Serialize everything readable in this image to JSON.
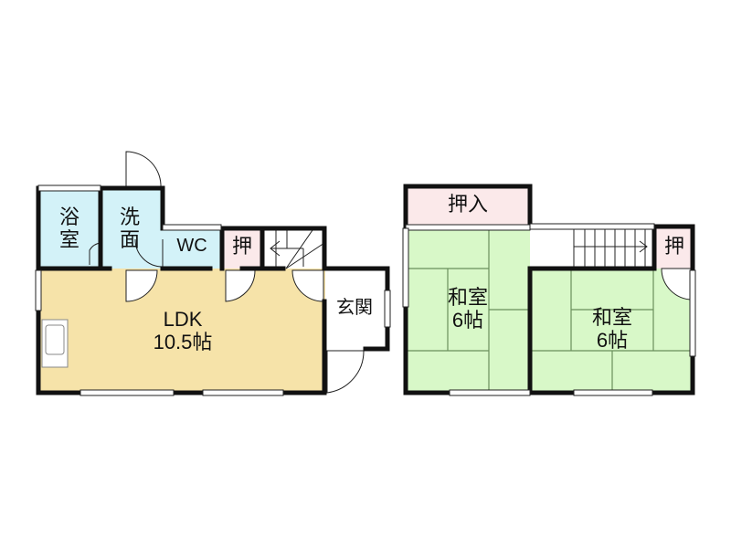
{
  "floor_plan": {
    "floor1": {
      "rooms": [
        {
          "id": "bath",
          "label_lines": [
            "浴",
            "室"
          ],
          "color": "#d3f2f8"
        },
        {
          "id": "washroom",
          "label_lines": [
            "洗",
            "面"
          ],
          "color": "#d3f2f8"
        },
        {
          "id": "wc",
          "label_lines": [
            "WC"
          ],
          "color": "#d3f2f8"
        },
        {
          "id": "closet",
          "label_lines": [
            "押"
          ],
          "color": "#fbe9ea"
        },
        {
          "id": "ldk",
          "label_lines": [
            "LDK",
            "10.5帖"
          ],
          "color": "#f6e3a9"
        },
        {
          "id": "entrance",
          "label_lines": [
            "玄関"
          ],
          "color": "#ffffff"
        }
      ]
    },
    "floor2": {
      "rooms": [
        {
          "id": "oshiire",
          "label_lines": [
            "押入"
          ],
          "color": "#fbe9ea"
        },
        {
          "id": "washitsu1",
          "label_lines": [
            "和室",
            "6帖"
          ],
          "color": "#d8f8c8"
        },
        {
          "id": "washitsu2",
          "label_lines": [
            "和室",
            "6帖"
          ],
          "color": "#d8f8c8"
        },
        {
          "id": "closet2",
          "label_lines": [
            "押"
          ],
          "color": "#fbe9ea"
        }
      ]
    },
    "colors": {
      "wall": "#111111",
      "tatami_line": "#6a8f5c",
      "window": "#ffffff"
    }
  }
}
